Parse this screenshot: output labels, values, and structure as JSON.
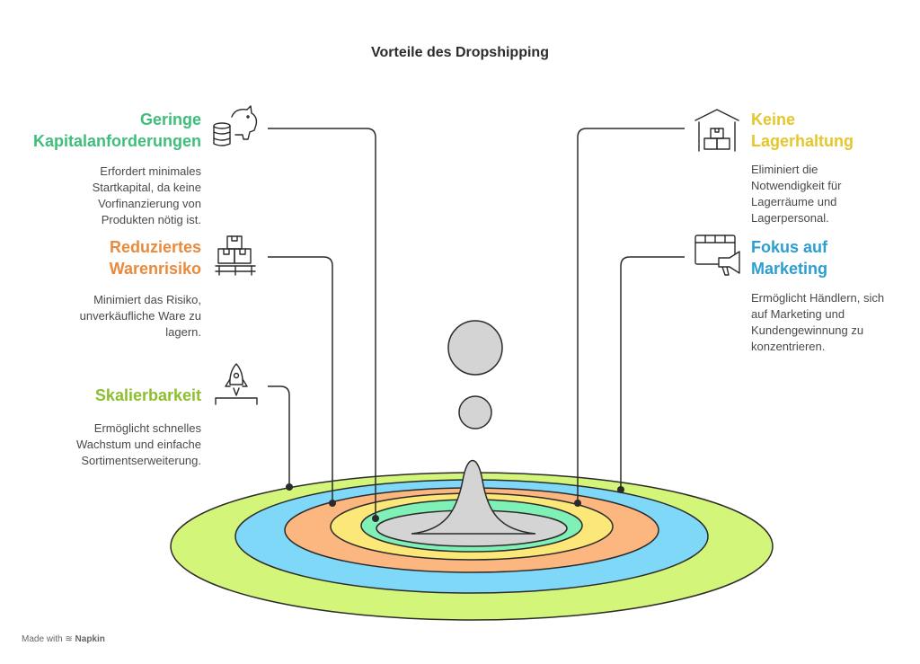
{
  "title": "Vorteile des Dropshipping",
  "items": [
    {
      "heading": "Geringe Kapitalanforderungen",
      "description": "Erfordert minimales Startkapital, da keine Vorfinanzierung von Produkten nötig ist.",
      "color": "#3dbf7a",
      "icon": "piggy-bank-coins-icon"
    },
    {
      "heading": "Reduziertes Warenrisiko",
      "description": "Minimiert das Risiko, unverkäufliche Ware zu lagern.",
      "color": "#e98a3c",
      "icon": "boxes-pallet-icon"
    },
    {
      "heading": "Skalierbarkeit",
      "description": "Ermöglicht schnelles Wachstum und einfache Sortimentserweiterung.",
      "color": "#8cbf2e",
      "icon": "rocket-launch-icon"
    },
    {
      "heading": "Keine Lagerhaltung",
      "description": "Eliminiert die Notwendigkeit für Lagerräume und Lagerpersonal.",
      "color": "#e5c62b",
      "icon": "warehouse-icon"
    },
    {
      "heading": "Fokus auf Marketing",
      "description": "Ermöglicht Händlern, sich auf Marketing und Kundengewinnung zu konzentrieren.",
      "color": "#2a9fd0",
      "icon": "megaphone-browser-icon"
    }
  ],
  "ring_colors": [
    "#d3f57a",
    "#7fd8f7",
    "#fbb77f",
    "#fce879",
    "#7ff0b6",
    "#d4d4d4"
  ],
  "footer": {
    "prefix": "Made with",
    "brand": "Napkin"
  }
}
